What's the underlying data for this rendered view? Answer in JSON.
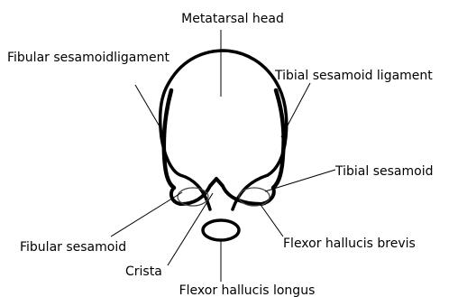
{
  "labels": {
    "metatarsal_head": "Metatarsal head",
    "fibular_sesamoid_ligament": "Fibular sesamoidligament",
    "tibial_sesamoid_ligament": "Tibial sesamoid ligament",
    "tibial_sesamoid": "Tibial sesamoid",
    "fibular_sesamoid": "Fibular sesamoid",
    "flexor_hallucis_brevis": "Flexor hallucis brevis",
    "crista": "Crista",
    "flexor_hallucis_longus": "Flexor hallucis longus"
  },
  "colors": {
    "line": "#000000",
    "background": "#ffffff"
  }
}
